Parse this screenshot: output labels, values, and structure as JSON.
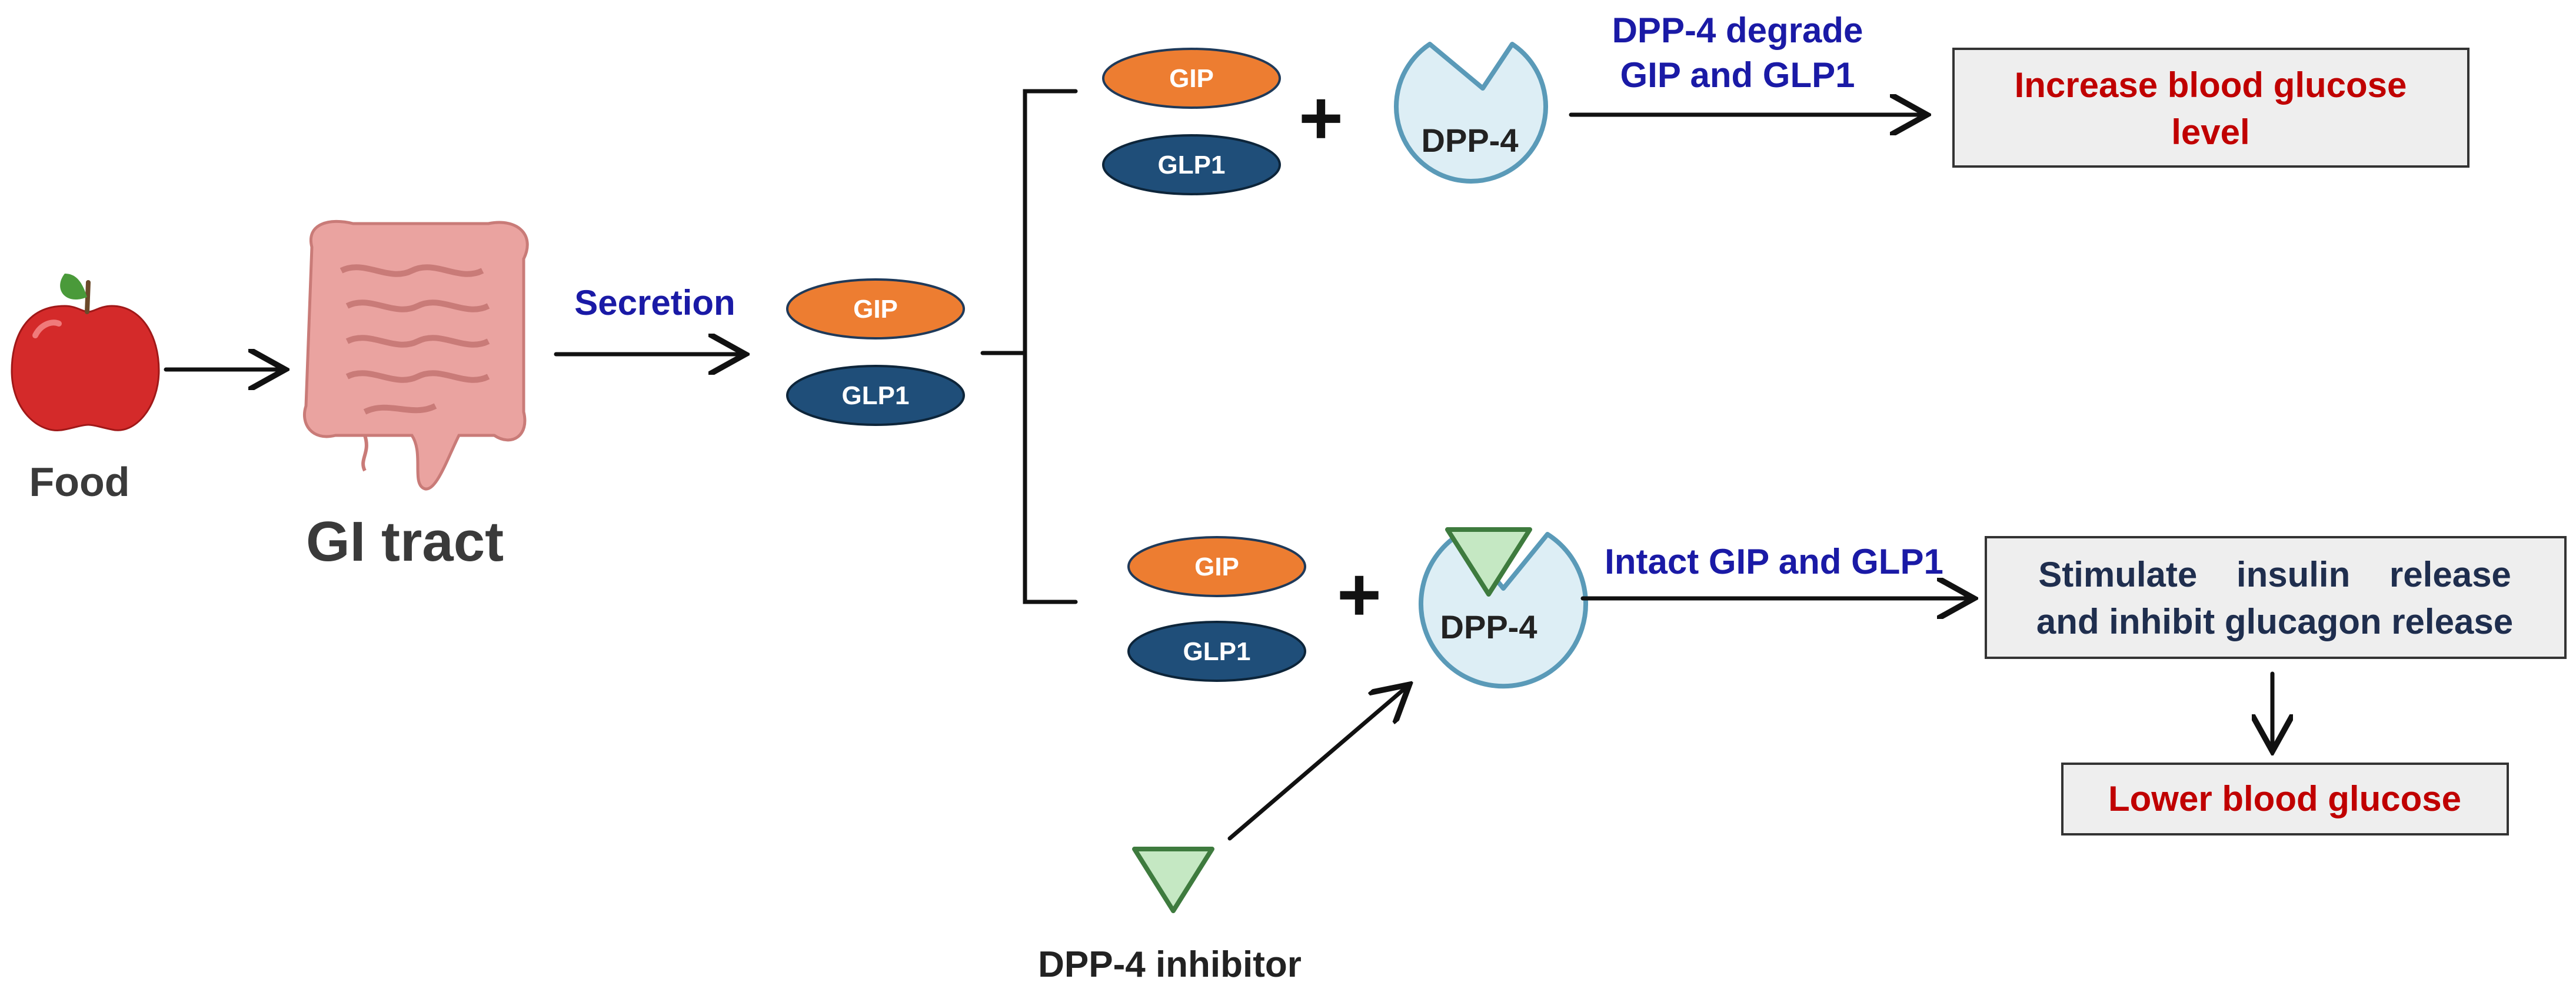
{
  "labels": {
    "food": "Food",
    "gi_tract": "GI tract",
    "secretion": "Secretion",
    "gip": "GIP",
    "glp1": "GLP1",
    "dpp4": "DPP-4",
    "dpp4_degrade_line1": "DPP-4 degrade",
    "dpp4_degrade_line2": "GIP and GLP1",
    "intact": "Intact GIP and GLP1",
    "inhibitor": "DPP-4 inhibitor",
    "plus": "+"
  },
  "boxes": {
    "increase_line1": "Increase blood glucose",
    "increase_line2": "level",
    "stimulate_line1": "Stimulate    insulin    release",
    "stimulate_line2": "and inhibit glucagon release",
    "lower": "Lower blood glucose"
  },
  "colors": {
    "gip_pill": "#ed7d31",
    "glp1_pill": "#1f4e79",
    "dpp4_fill": "#ddeef5",
    "dpp4_stroke": "#5a9ab8",
    "inhibitor_fill": "#c5e8c3",
    "inhibitor_stroke": "#3e7b3e",
    "apple_red": "#d42a2a",
    "intestine_pink": "#eaa3a0"
  }
}
